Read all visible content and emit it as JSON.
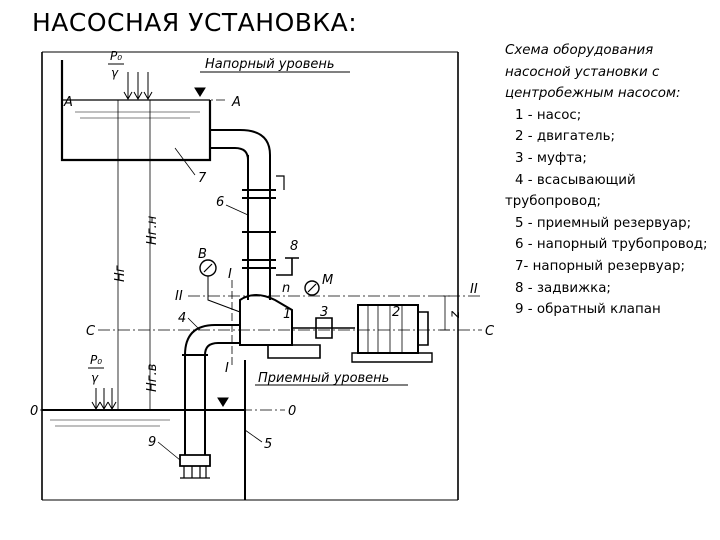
{
  "title": "НАСОСНАЯ УСТАНОВКА:",
  "legend": {
    "caption": "Схема оборудования насосной установки с центробежным насосом:",
    "items": [
      {
        "num": "1",
        "text": "- насос;"
      },
      {
        "num": "2",
        "text": "- двигатель;"
      },
      {
        "num": "3",
        "text": "- муфта;"
      },
      {
        "num": "4",
        "text": "- всасывающий трубопровод;"
      },
      {
        "num": "5",
        "text": "- приемный резервуар;"
      },
      {
        "num": "6",
        "text": "- напорный трубопровод;"
      },
      {
        "num": "7-",
        "text": "напорный резервуар;"
      },
      {
        "num": "8",
        "text": "- задвижка;"
      },
      {
        "num": "9",
        "text": "- обратный клапан"
      }
    ]
  },
  "diagram": {
    "upper_level_label": "Напорный уровень",
    "lower_level_label": "Приемный уровень",
    "p0_label": "P₀",
    "gamma_label": "γ",
    "section_A": "A",
    "section_0": "0",
    "section_C": "C",
    "section_II": "II",
    "section_I": "I",
    "height_H_g": "Hг",
    "height_H_gn": "Hг.н",
    "height_H_gv": "Hг.в",
    "z_label": "z",
    "gauge_B": "B",
    "gauge_M": "M",
    "n_label": "n",
    "part_numbers": [
      "1",
      "2",
      "3",
      "4",
      "5",
      "6",
      "7",
      "8",
      "9"
    ]
  }
}
